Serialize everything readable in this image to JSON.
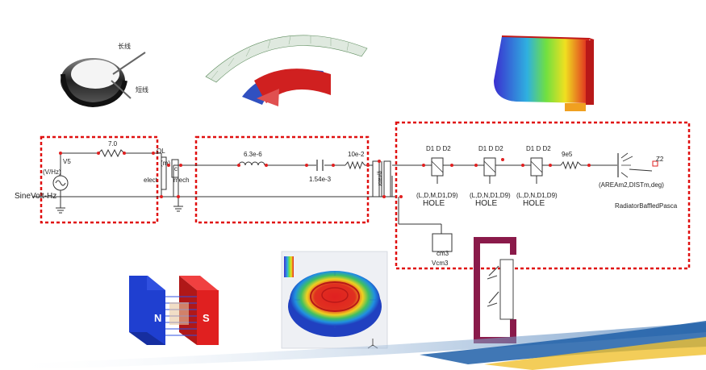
{
  "colors": {
    "box_border": "#e01010",
    "wire": "#333333",
    "node": "#e02020",
    "magnet_n": "#1f3fd0",
    "magnet_s": "#e02020",
    "enclosure": "#8a1a4a",
    "swoosh": "#1f5fa8"
  },
  "coil": {
    "label_long": "长线",
    "label_short": "短线"
  },
  "circuit": {
    "source_label": "SineVolt-Hz",
    "source_v": "V5",
    "source_unit": "(V/Hz)",
    "resistor": "7.0",
    "transducer_top": "OL",
    "transducer_mid": "(m)",
    "electro": "elect",
    "mech": "mech",
    "c_label": "c",
    "inductor": "6.3e-6",
    "capacitor": "1.54e-3",
    "resistor2": "10e-2",
    "gyrator": "gyrator",
    "holes": [
      {
        "top": "D1 D D2",
        "bottom": "(L,D,M,D1,D9)",
        "name": "HOLE"
      },
      {
        "top": "D1 D D2",
        "bottom": "(L,D,N,D1,D9)",
        "name": "HOLE"
      },
      {
        "top": "D1 D D2",
        "bottom": "(L,D,N,D1,D9)",
        "name": "HOLE"
      }
    ],
    "resistor3": "9e5",
    "radiator_node": "Z2",
    "radiator_params": "(AREAm2,DISTm,deg)",
    "radiator_name": "RadiatorBaffledPasca",
    "volume_name": "Vcm3",
    "volume_unit": "cm3"
  },
  "magnet": {
    "n": "N",
    "s": "S"
  }
}
